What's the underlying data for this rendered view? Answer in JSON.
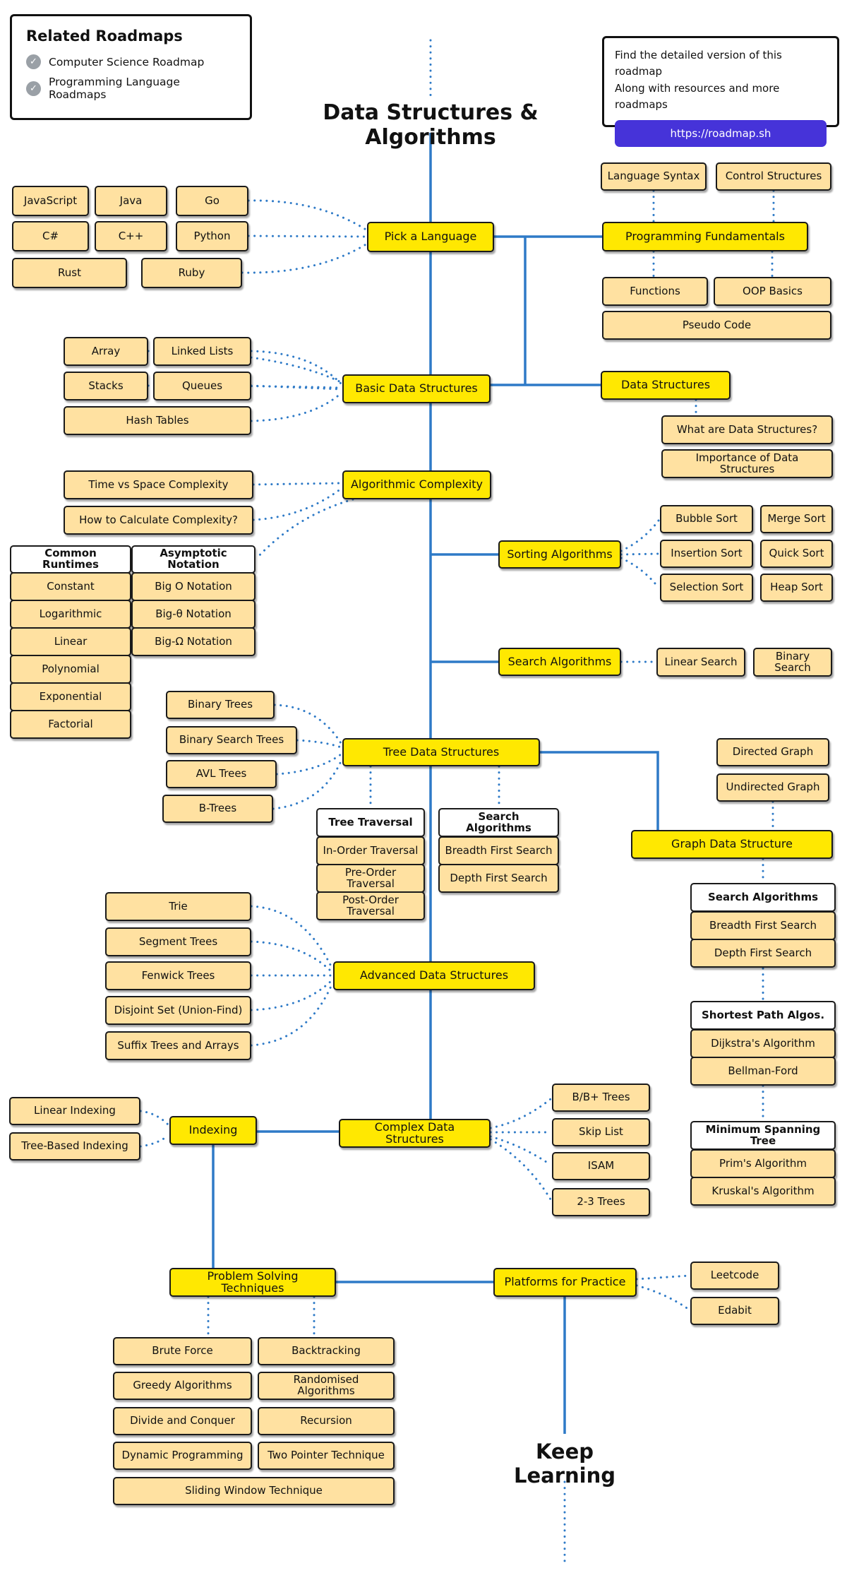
{
  "colors": {
    "line": "#2e7ac7",
    "node_main": "#ffe801",
    "node_sub": "#ffe1a1",
    "border": "#1a1a1a",
    "button": "#4633d9"
  },
  "icons": {
    "check": "✓"
  },
  "related": {
    "title": "Related Roadmaps",
    "items": [
      "Computer Science Roadmap",
      "Programming Language Roadmaps"
    ]
  },
  "header": {
    "title": "Data Structures & Algorithms"
  },
  "promo": {
    "line1": "Find the detailed version of this roadmap",
    "line2": "Along with resources and more roadmaps",
    "button": "https://roadmap.sh"
  },
  "pick": {
    "node": "Pick a Language"
  },
  "languages": {
    "items": [
      "JavaScript",
      "Java",
      "Go",
      "C#",
      "C++",
      "Python",
      "Rust",
      "Ruby"
    ]
  },
  "fundamentals": {
    "node": "Programming Fundamentals",
    "above": [
      "Language Syntax",
      "Control Structures"
    ],
    "below": [
      "Functions",
      "OOP Basics",
      "Pseudo Code"
    ]
  },
  "basic_ds": {
    "node": "Basic Data Structures",
    "items": [
      "Array",
      "Linked Lists",
      "Stacks",
      "Queues",
      "Hash Tables"
    ]
  },
  "data_structures": {
    "node": "Data Structures",
    "items": [
      "What are Data Structures?",
      "Importance of Data Structures"
    ]
  },
  "complexity": {
    "node": "Algorithmic Complexity",
    "items": [
      "Time vs Space Complexity",
      "How to Calculate Complexity?"
    ],
    "runtimes": {
      "header": "Common Runtimes",
      "items": [
        "Constant",
        "Logarithmic",
        "Linear",
        "Polynomial",
        "Exponential",
        "Factorial"
      ]
    },
    "notation": {
      "header": "Asymptotic Notation",
      "items": [
        "Big O Notation",
        "Big-θ Notation",
        "Big-Ω Notation"
      ]
    }
  },
  "sorting": {
    "node": "Sorting Algorithms",
    "items": [
      "Bubble Sort",
      "Merge Sort",
      "Insertion Sort",
      "Quick Sort",
      "Selection Sort",
      "Heap Sort"
    ]
  },
  "search": {
    "node": "Search Algorithms",
    "items": [
      "Linear Search",
      "Binary Search"
    ]
  },
  "trees": {
    "node": "Tree Data Structures",
    "items": [
      "Binary Trees",
      "Binary Search Trees",
      "AVL Trees",
      "B-Trees"
    ],
    "traversal": {
      "header": "Tree Traversal",
      "items": [
        "In-Order Traversal",
        "Pre-Order Traversal",
        "Post-Order Traversal"
      ]
    },
    "tree_search": {
      "header": "Search Algorithms",
      "items": [
        "Breadth First Search",
        "Depth First Search"
      ]
    }
  },
  "graphs": {
    "node": "Graph Data Structure",
    "above": [
      "Directed Graph",
      "Undirected Graph"
    ],
    "search": {
      "header": "Search Algorithms",
      "items": [
        "Breadth First Search",
        "Depth First Search"
      ]
    },
    "shortest_path": {
      "header": "Shortest Path Algos.",
      "items": [
        "Dijkstra's Algorithm",
        "Bellman-Ford"
      ]
    },
    "mst": {
      "header": "Minimum Spanning Tree",
      "items": [
        "Prim's Algorithm",
        "Kruskal's Algorithm"
      ]
    }
  },
  "advanced": {
    "node": "Advanced Data Structures",
    "items": [
      "Trie",
      "Segment Trees",
      "Fenwick Trees",
      "Disjoint Set (Union-Find)",
      "Suffix Trees and Arrays"
    ]
  },
  "indexing": {
    "node": "Indexing",
    "items": [
      "Linear Indexing",
      "Tree-Based Indexing"
    ]
  },
  "complex": {
    "node": "Complex Data Structures",
    "items": [
      "B/B+ Trees",
      "Skip List",
      "ISAM",
      "2-3 Trees"
    ]
  },
  "problem_solving": {
    "node": "Problem Solving Techniques",
    "items": [
      "Brute Force",
      "Backtracking",
      "Greedy Algorithms",
      "Randomised Algorithms",
      "Divide and Conquer",
      "Recursion",
      "Dynamic Programming",
      "Two Pointer Technique",
      "Sliding Window Technique"
    ]
  },
  "platforms": {
    "node": "Platforms for Practice",
    "items": [
      "Leetcode",
      "Edabit"
    ]
  },
  "footer": {
    "keep_learning": "Keep Learning"
  }
}
